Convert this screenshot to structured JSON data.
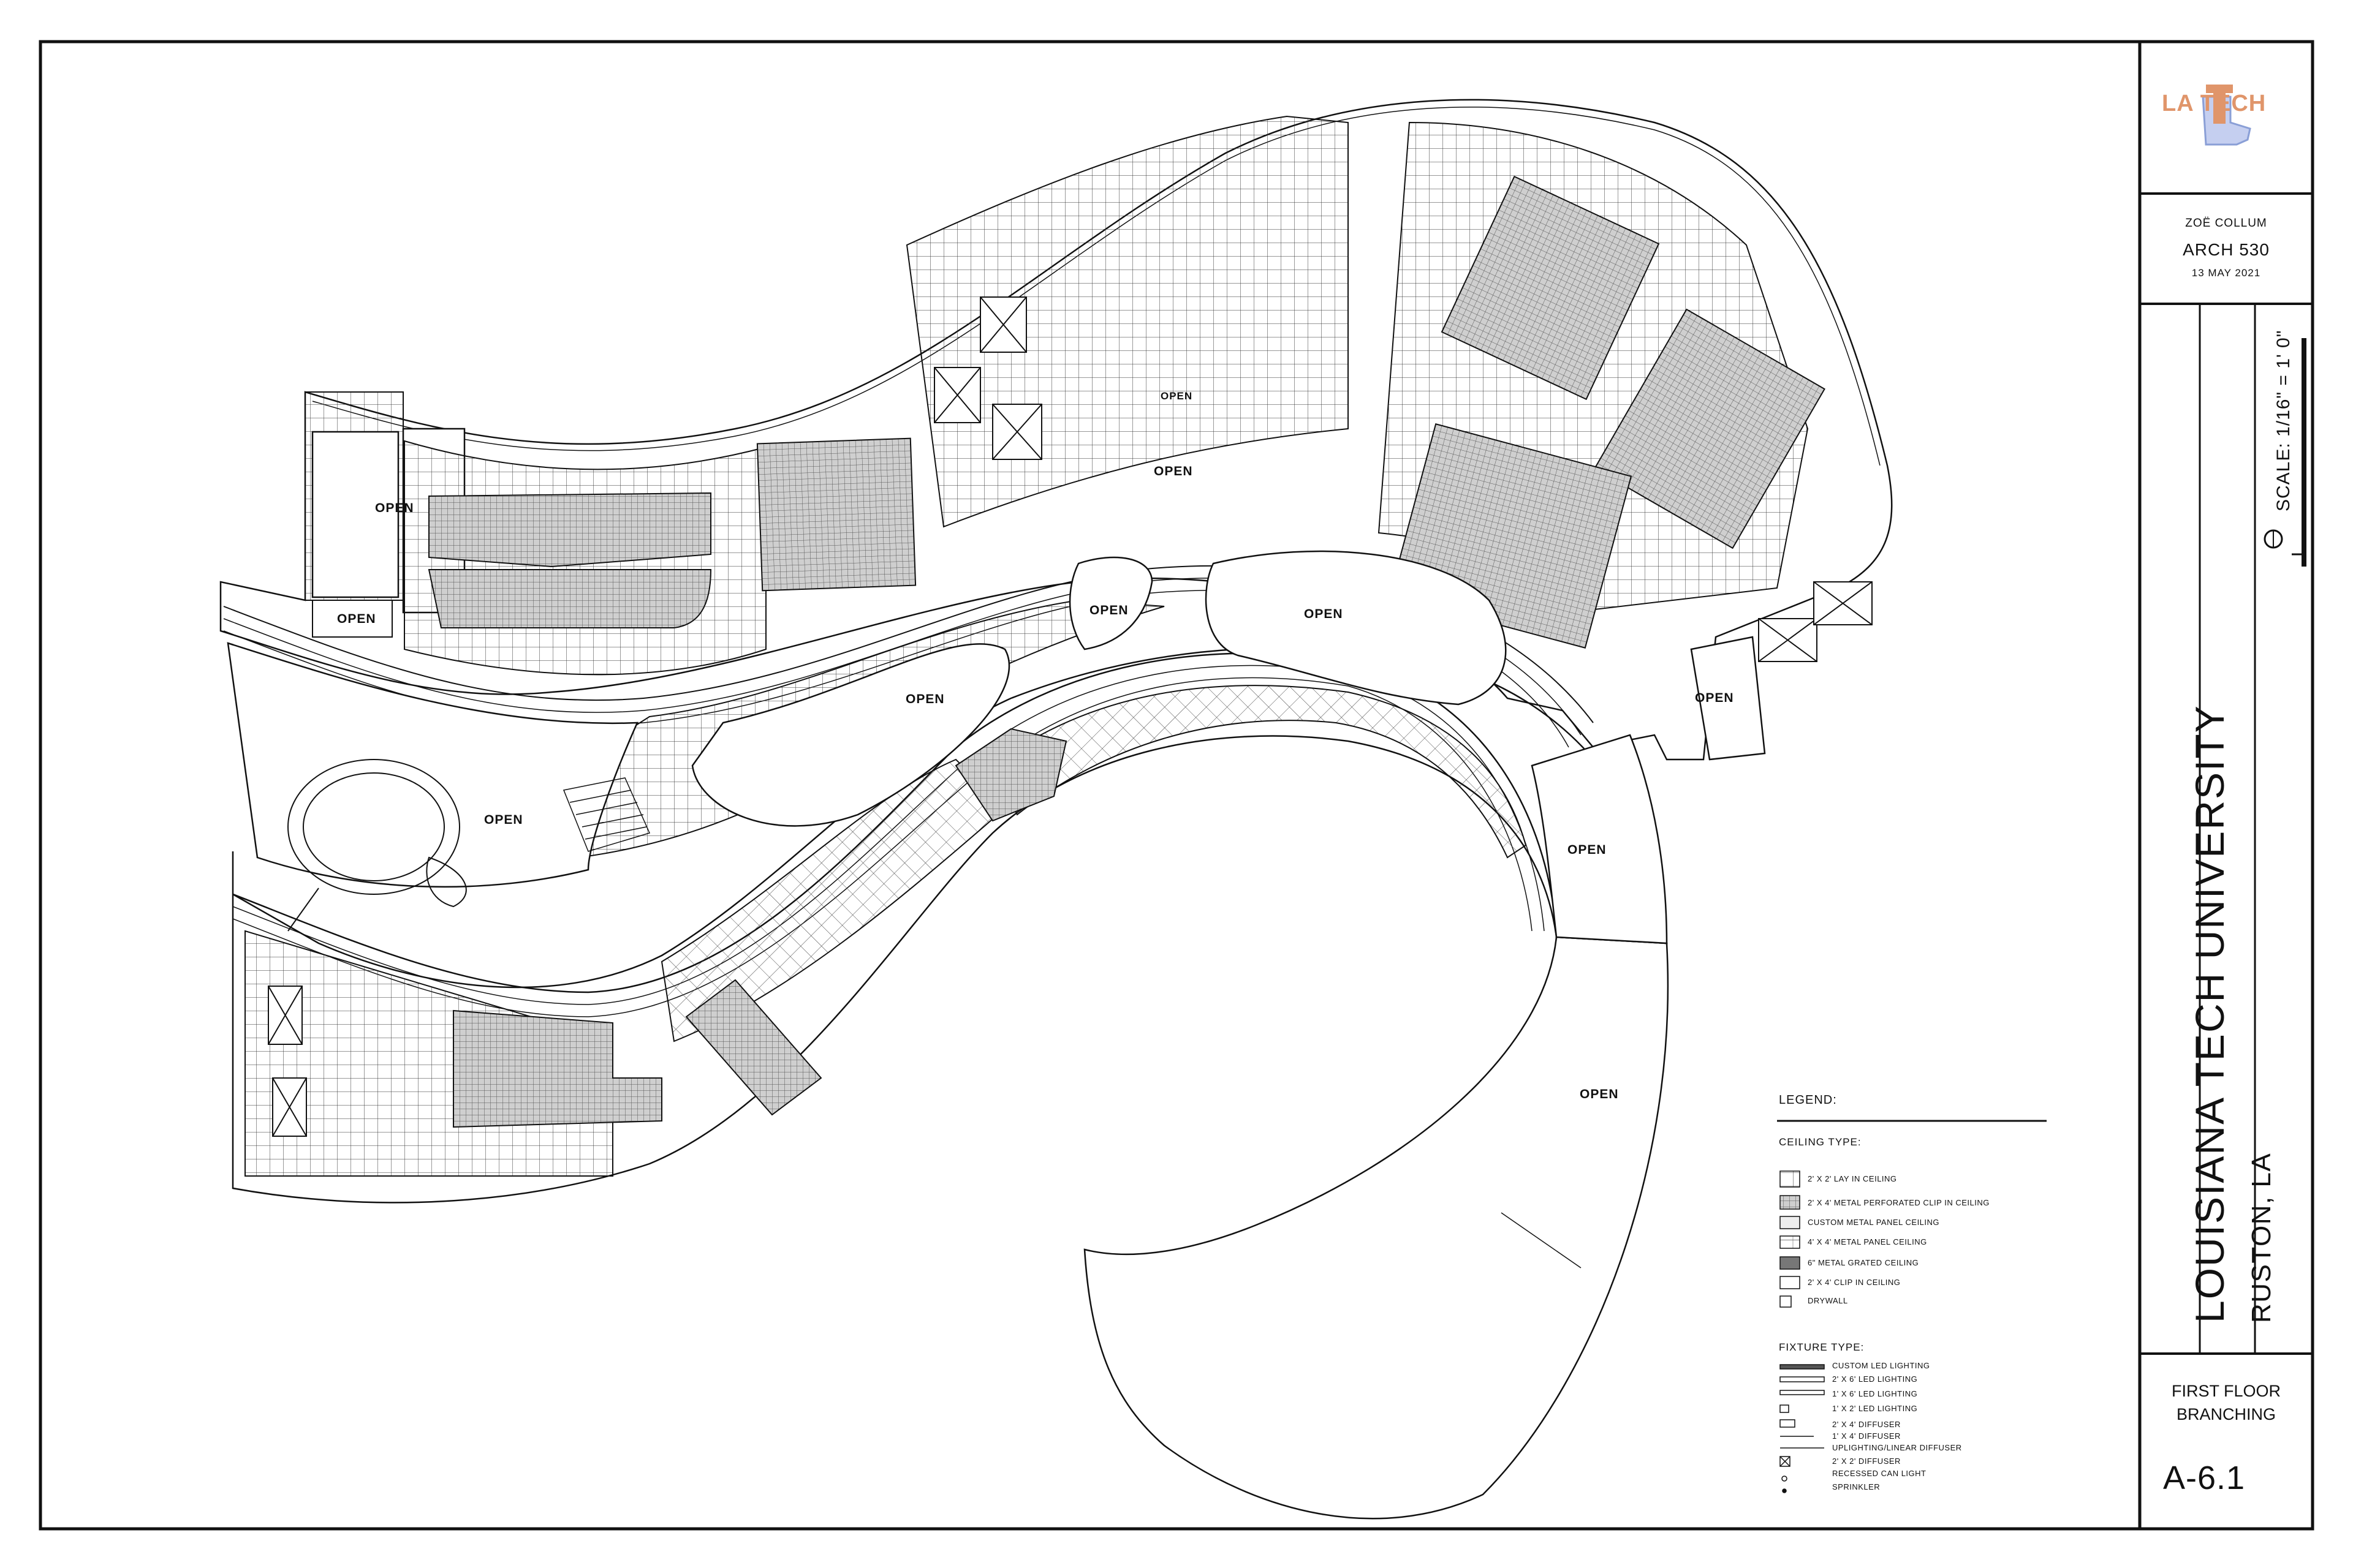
{
  "title_block": {
    "logo": "LA TECH",
    "author": "ZOË COLLUM",
    "course": "ARCH 530",
    "date": "13 MAY 2021",
    "scale": "SCALE: 1/16\" = 1' 0\"",
    "university": "LOUISIANA TECH UNIVERSITY",
    "location": "RUSTON, LA",
    "sheet_title_line1": "FIRST FLOOR",
    "sheet_title_line2": "BRANCHING",
    "sheet_number": "A-6.1"
  },
  "plan": {
    "open_label": "OPEN"
  },
  "legend": {
    "title": "LEGEND:",
    "ceiling_title": "CEILING TYPE:",
    "ceiling_items": [
      "2' X 2' LAY IN CEILING",
      "2' X 4' METAL PERFORATED CLIP IN CEILING",
      "CUSTOM METAL PANEL CEILING",
      "4' X 4' METAL PANEL CEILING",
      "6\" METAL GRATED CEILING",
      "2' X 4' CLIP IN CEILING",
      "DRYWALL"
    ],
    "fixture_title": "FIXTURE TYPE:",
    "fixture_items": [
      "CUSTOM LED LIGHTING",
      "2' X 6' LED LIGHTING",
      "1' X 6' LED LIGHTING",
      "1' X 2' LED LIGHTING",
      "2' X 4' DIFFUSER",
      "1' X 4' DIFFUSER",
      "UPLIGHTING/LINEAR DIFFUSER",
      "2' X 2' DIFFUSER",
      "RECESSED CAN LIGHT",
      "SPRINKLER"
    ]
  },
  "colors": {
    "line": "#111111",
    "logo_orange": "#e0956a",
    "logo_blue": "#8a9fd6"
  }
}
